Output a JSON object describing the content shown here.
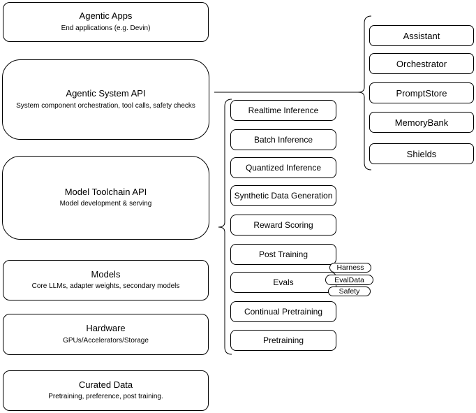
{
  "diagram": {
    "stack": [
      {
        "title": "Agentic Apps",
        "subtitle": "End applications (e.g. Devin)"
      },
      {
        "title": "Agentic System API",
        "subtitle": "System component orchestration, tool calls, safety checks"
      },
      {
        "title": "Model Toolchain API",
        "subtitle": "Model development & serving"
      },
      {
        "title": "Models",
        "subtitle": "Core LLMs, adapter weights, secondary models"
      },
      {
        "title": "Hardware",
        "subtitle": "GPUs/Accelerators/Storage"
      },
      {
        "title": "Curated Data",
        "subtitle": "Pretraining, preference, post training."
      }
    ],
    "toolchain_items": [
      "Realtime Inference",
      "Batch Inference",
      "Quantized Inference",
      "Synthetic Data Generation",
      "Reward Scoring",
      "Post Training",
      "Evals",
      "Continual Pretraining",
      "Pretraining"
    ],
    "eval_badges": [
      "Harness",
      "EvalData",
      "Safety"
    ],
    "system_components": [
      "Assistant",
      "Orchestrator",
      "PromptStore",
      "MemoryBank",
      "Shields"
    ],
    "colors": {
      "stroke": "#000000",
      "background": "#ffffff",
      "shape_fill": "#ffffff"
    }
  }
}
